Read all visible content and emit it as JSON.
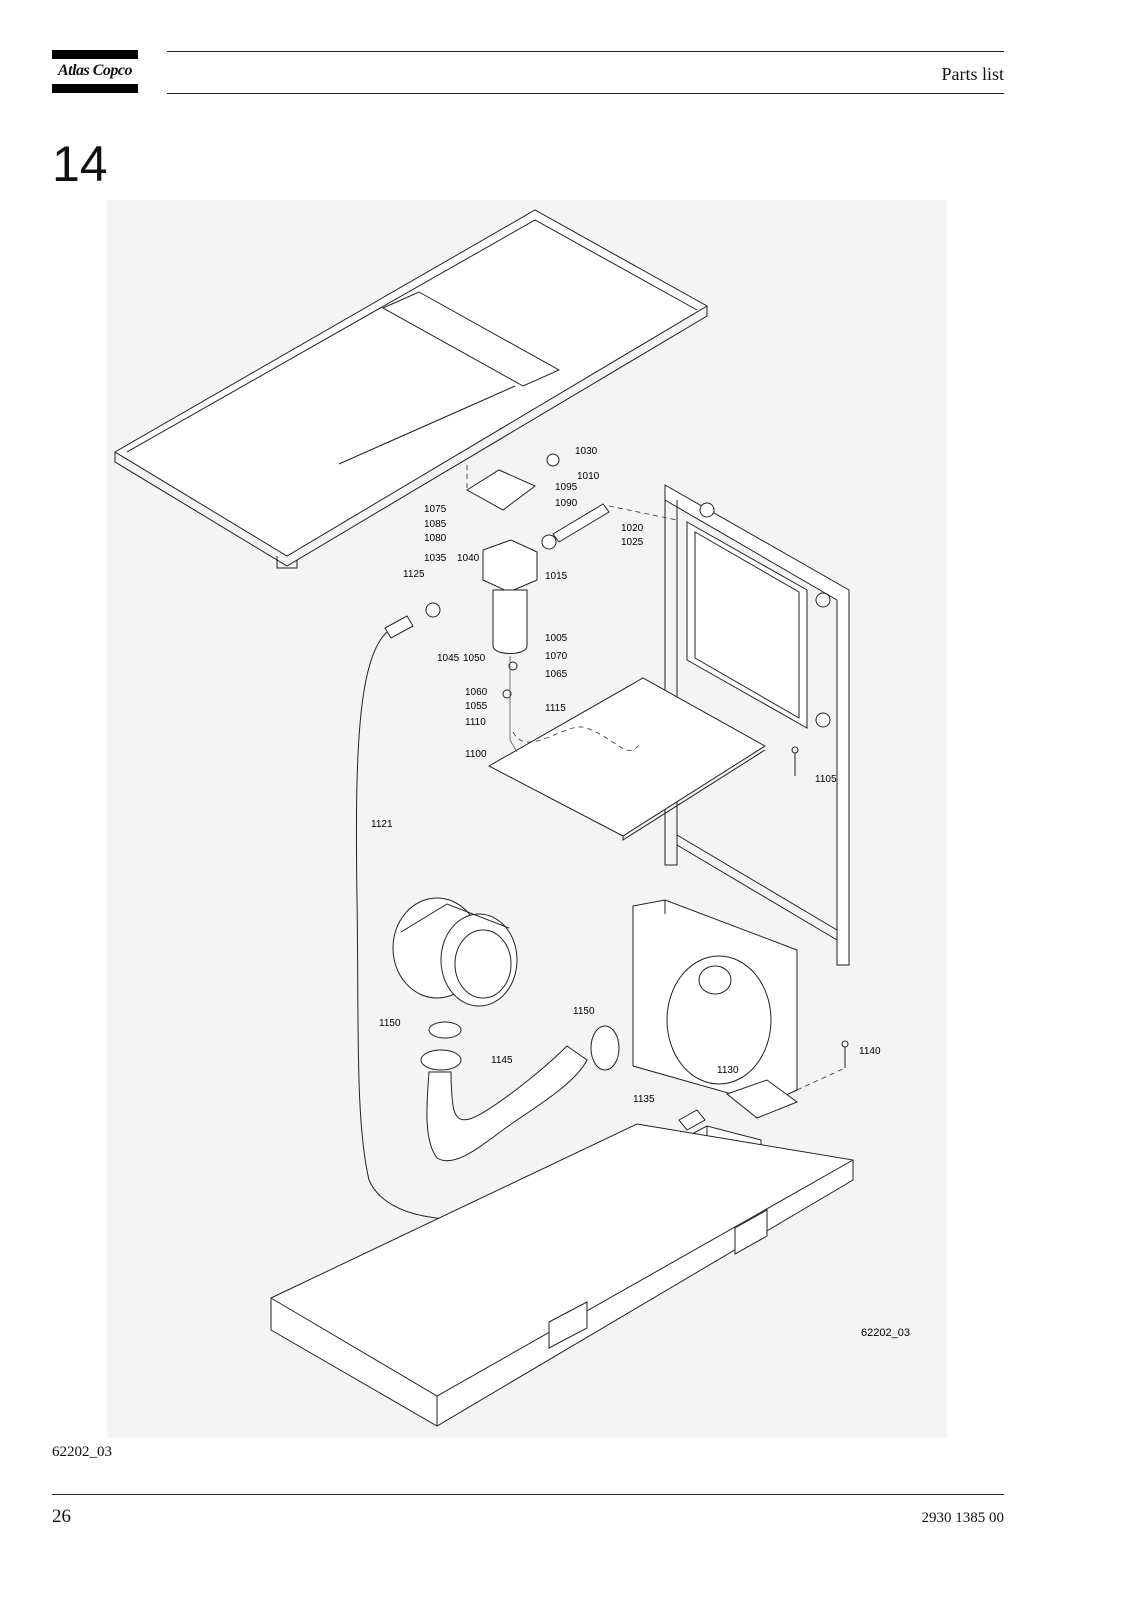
{
  "header": {
    "logo_text": "Atlas Copco",
    "title": "Parts list"
  },
  "section": {
    "number": "14"
  },
  "figure": {
    "id_label": "62202_03",
    "callouts": [
      {
        "label": "1030"
      },
      {
        "label": "1010"
      },
      {
        "label": "1095"
      },
      {
        "label": "1090"
      },
      {
        "label": "1075"
      },
      {
        "label": "1085"
      },
      {
        "label": "1080"
      },
      {
        "label": "1020"
      },
      {
        "label": "1025"
      },
      {
        "label": "1035"
      },
      {
        "label": "1040"
      },
      {
        "label": "1125"
      },
      {
        "label": "1015"
      },
      {
        "label": "1005"
      },
      {
        "label": "1045"
      },
      {
        "label": "1050"
      },
      {
        "label": "1070"
      },
      {
        "label": "1065"
      },
      {
        "label": "1060"
      },
      {
        "label": "1055"
      },
      {
        "label": "1115"
      },
      {
        "label": "1110"
      },
      {
        "label": "1100"
      },
      {
        "label": "1105"
      },
      {
        "label": "1121"
      },
      {
        "label": "1150"
      },
      {
        "label": "1150"
      },
      {
        "label": "1145"
      },
      {
        "label": "1140"
      },
      {
        "label": "1130"
      },
      {
        "label": "1135"
      }
    ]
  },
  "footer": {
    "figure_caption": "62202_03",
    "page_number": "26",
    "document_number": "2930 1385 00"
  }
}
